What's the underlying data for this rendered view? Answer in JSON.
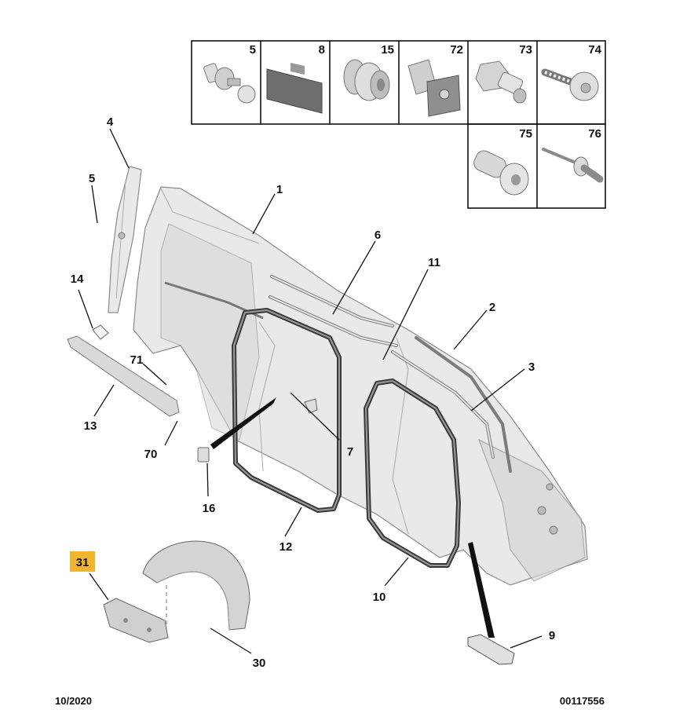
{
  "hardware_table": {
    "top_row": [
      "5",
      "8",
      "15",
      "72",
      "73",
      "74"
    ],
    "bottom_row": [
      "75",
      "76"
    ]
  },
  "callouts": {
    "c1": "1",
    "c2": "2",
    "c3": "3",
    "c4": "4",
    "c5": "5",
    "c6": "6",
    "c7": "7",
    "c9": "9",
    "c10": "10",
    "c11": "11",
    "c12": "12",
    "c13": "13",
    "c14": "14",
    "c16": "16",
    "c30": "30",
    "c31": "31",
    "c70": "70",
    "c71": "71"
  },
  "highlight_color": "#f2b52d",
  "footer": {
    "date": "10/2020",
    "reference": "00117556"
  }
}
